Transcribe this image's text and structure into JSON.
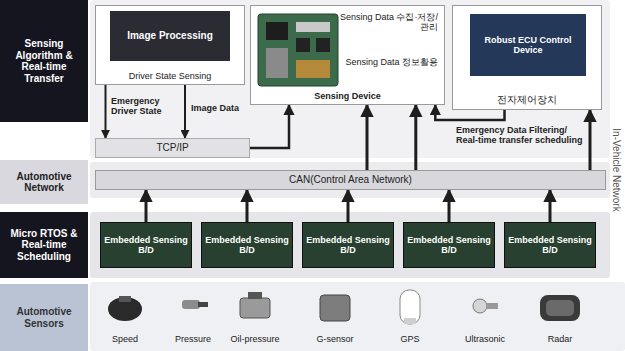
{
  "diagram": {
    "nodes": [
      {
        "text": [
          "Sensing Algorithm & Real-time Transfer"
        ]
      },
      {
        "text": [
          "Automotive Network"
        ]
      },
      {
        "text": [
          "Micro RTOS & Real-time Scheduling"
        ]
      },
      {
        "text": [
          "Automotive Sensors"
        ]
      },
      {
        "text": [
          "Driver State Sensing"
        ]
      },
      {
        "text": [
          "Image Processing"
        ],
        "in": 4
      },
      {
        "text": [
          "Sensing Data 수집·저장/관리",
          "Sensing Data 정보활용",
          "Sensing Device"
        ]
      },
      {
        "text": [
          "전자제어장치"
        ]
      },
      {
        "text": [
          "Robust ECU Control Device"
        ],
        "in": 7
      },
      {
        "text": [
          "TCP/IP"
        ]
      },
      {
        "text": [
          "CAN(Control Area Network)"
        ]
      },
      {
        "text": [
          "Embedded Sensing B/D"
        ]
      },
      {
        "text": [
          "Embedded Sensing B/D"
        ]
      },
      {
        "text": [
          "Embedded Sensing B/D"
        ]
      },
      {
        "text": [
          "Embedded Sensing B/D"
        ]
      },
      {
        "text": [
          "Embedded Sensing B/D"
        ]
      }
    ],
    "edges": [
      {
        "from": 4,
        "to": 9,
        "label": "Emergency Driver State",
        "arrow": "to"
      },
      {
        "from": 4,
        "to": 9,
        "label": "Image Data",
        "arrow": "to"
      },
      {
        "from": 9,
        "to": 6,
        "arrow": "to"
      },
      {
        "from": 10,
        "to": 6,
        "arrow": "to"
      },
      {
        "from": 10,
        "to": 6,
        "arrow": "to"
      },
      {
        "from": 7,
        "to": 6,
        "label": "Emergency Data Filtering/ Real-time transfer scheduling",
        "arrow": "to"
      },
      {
        "from": 10,
        "to": 7,
        "arrow": "to"
      },
      {
        "from": 11,
        "to": 10,
        "arrow": "to"
      },
      {
        "from": 12,
        "to": 10,
        "arrow": "to"
      },
      {
        "from": 13,
        "to": 10,
        "arrow": "to"
      },
      {
        "from": 14,
        "to": 10,
        "arrow": "to"
      },
      {
        "from": 15,
        "to": 10,
        "arrow": "to"
      }
    ],
    "labels": [
      "In-Vehicle Network",
      "Speed",
      "Pressure",
      "Oil-pressure",
      "G-sensor",
      "GPS",
      "Ultrasonic",
      "Radar"
    ]
  }
}
